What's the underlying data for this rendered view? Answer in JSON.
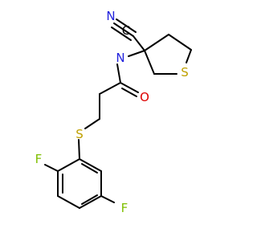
{
  "molecule": {
    "atoms": {
      "nitrile_c": "C",
      "nitrile_n": "N",
      "amide_n": "N",
      "amide_o": "O",
      "ring_s": "S",
      "thioether_s": "S",
      "fluorine_1": "F",
      "fluorine_2": "F"
    },
    "colors": {
      "bond": "#000000",
      "carbon": "#000000",
      "nitrogen": "#2222dd",
      "oxygen": "#dd0000",
      "sulfur": "#bfa000",
      "fluorine": "#7fbf00"
    }
  }
}
